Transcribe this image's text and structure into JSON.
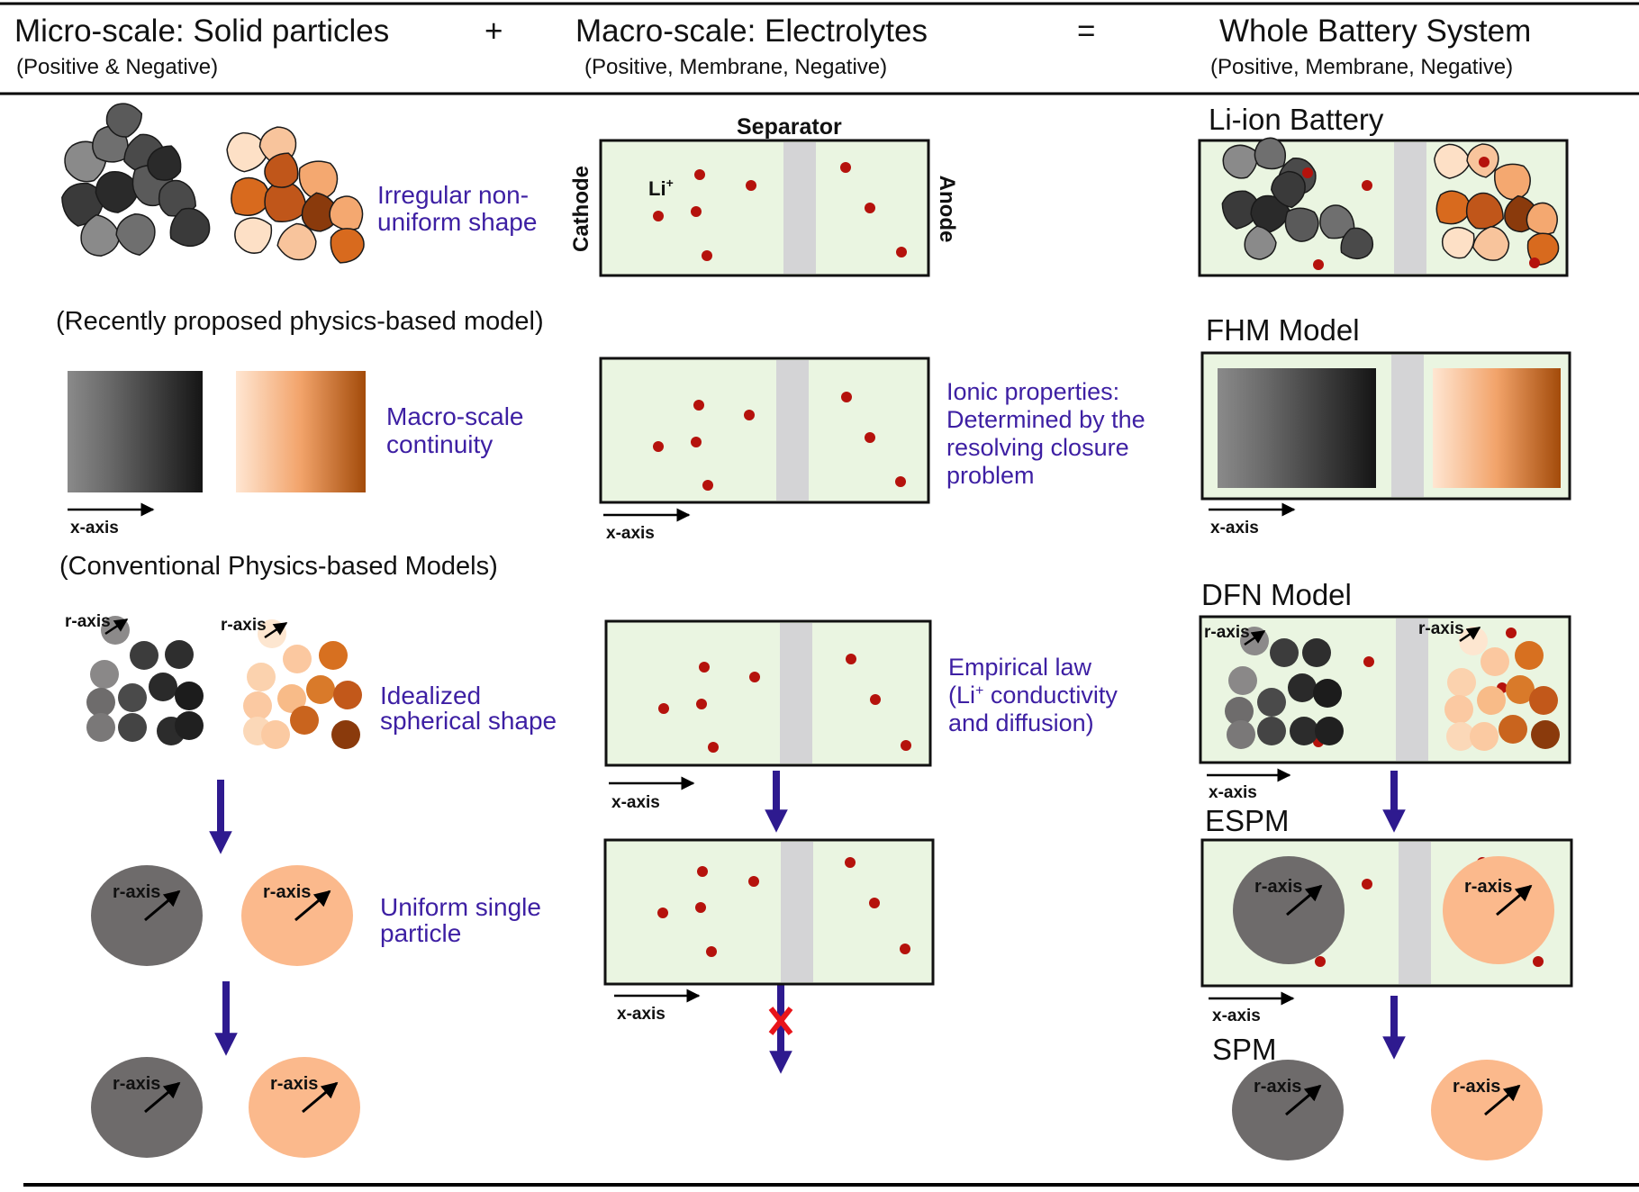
{
  "header": {
    "col1_title": "Micro-scale: Solid particles",
    "col1_sub": "(Positive & Negative)",
    "plus": "+",
    "col2_title": "Macro-scale: Electrolytes",
    "col2_sub": "(Positive, Membrane, Negative)",
    "equals": "=",
    "col3_title": "Whole Battery System",
    "col3_sub": "(Positive, Membrane, Negative)"
  },
  "labels": {
    "separator": "Separator",
    "cathode": "Cathode",
    "anode": "Anode",
    "li": "Li",
    "li_sup": "+",
    "irregular_1": "Irregular non-",
    "irregular_2": "uniform shape",
    "recent_model": "(Recently proposed physics-based model)",
    "macro_1": "Macro-scale",
    "macro_2": "continuity",
    "ionic_1": "Ionic properties:",
    "ionic_2": "Determined by the",
    "ionic_3": "resolving closure",
    "ionic_4": "problem",
    "conventional": "(Conventional Physics-based Models)",
    "idealized_1": "Idealized",
    "idealized_2": "spherical shape",
    "empirical_1": "Empirical law",
    "empirical_2": "(Li",
    "empirical_2b": "+",
    "empirical_2c": " conductivity",
    "empirical_3": "and diffusion)",
    "uniform_1": "Uniform single",
    "uniform_2": "particle",
    "x_axis": "x-axis",
    "r_axis": "r-axis",
    "li_ion_battery": "Li-ion Battery",
    "fhm_model": "FHM Model",
    "dfn_model": "DFN Model",
    "espm": "ESPM",
    "spm": "SPM"
  },
  "colors": {
    "text_purple": "#3d1fa3",
    "arrow_purple": "#2e1a8f",
    "electrolyte_bg": "#eaf5e1",
    "separator_gray": "#d4d4d6",
    "ion_red": "#b5120c",
    "gray_particle": "#6e6b6b",
    "orange_particle": "#fbb98c",
    "x_mark": "#e8141a"
  }
}
